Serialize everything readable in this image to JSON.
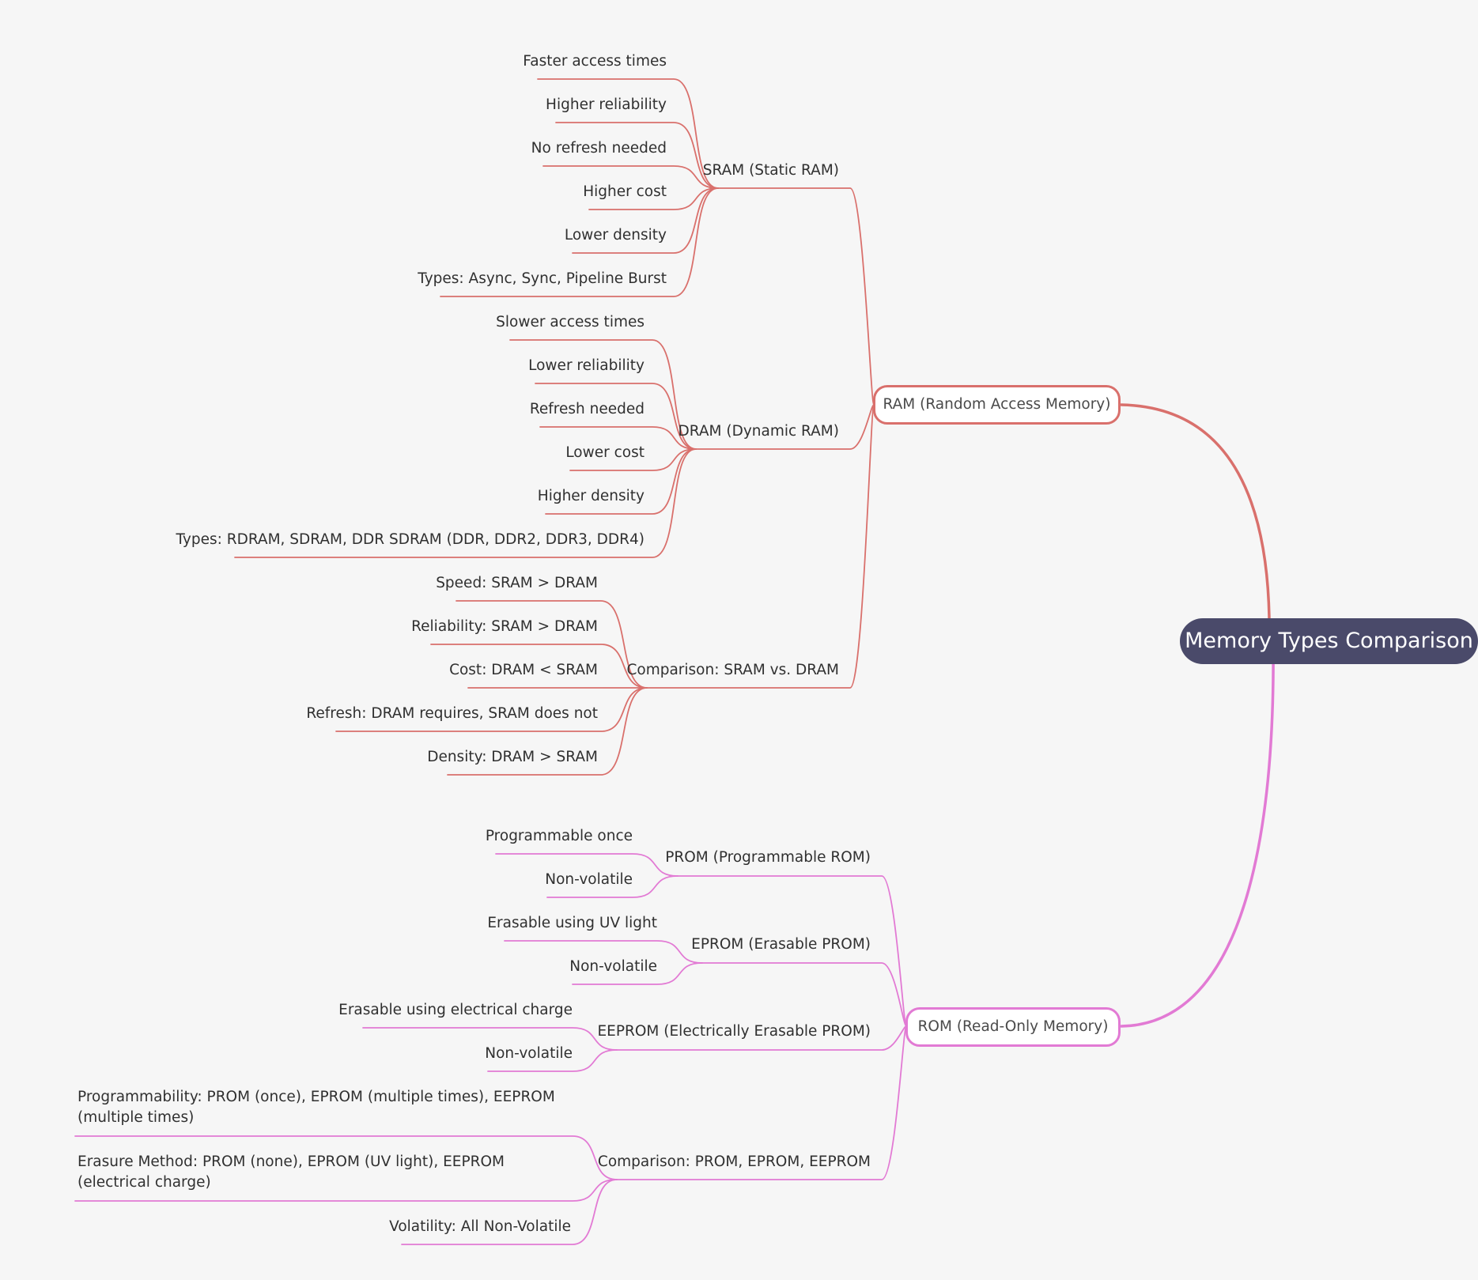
{
  "root": {
    "label": "Memory Types Comparison",
    "color": "#4a4a6a"
  },
  "ram": {
    "label": "RAM (Random Access Memory)",
    "color": "#d9706c",
    "sram": {
      "label": "SRAM (Static RAM)",
      "items": [
        "Faster access times",
        "Higher reliability",
        "No refresh needed",
        "Higher cost",
        "Lower density",
        "Types: Async, Sync, Pipeline Burst"
      ]
    },
    "dram": {
      "label": "DRAM (Dynamic RAM)",
      "items": [
        "Slower access times",
        "Lower reliability",
        "Refresh needed",
        "Lower cost",
        "Higher density",
        "Types: RDRAM, SDRAM, DDR SDRAM (DDR, DDR2, DDR3, DDR4)"
      ]
    },
    "comparison": {
      "label": "Comparison: SRAM vs. DRAM",
      "items": [
        "Speed: SRAM > DRAM",
        "Reliability: SRAM > DRAM",
        "Cost: DRAM < SRAM",
        "Refresh: DRAM requires, SRAM does not",
        "Density: DRAM > SRAM"
      ]
    }
  },
  "rom": {
    "label": "ROM (Read-Only Memory)",
    "color": "#e27ad4",
    "prom": {
      "label": "PROM (Programmable ROM)",
      "items": [
        "Programmable once",
        "Non-volatile"
      ]
    },
    "eprom": {
      "label": "EPROM (Erasable PROM)",
      "items": [
        "Erasable using UV light",
        "Non-volatile"
      ]
    },
    "eeprom": {
      "label": "EEPROM (Electrically Erasable PROM)",
      "items": [
        "Erasable using electrical charge",
        "Non-volatile"
      ]
    },
    "comparison": {
      "label": "Comparison: PROM, EPROM, EEPROM",
      "items": [
        "Programmability: PROM (once), EPROM (multiple times), EEPROM (multiple times)",
        "Erasure Method: PROM (none), EPROM (UV light), EEPROM (electrical charge)",
        "Volatility: All Non-Volatile"
      ]
    }
  }
}
